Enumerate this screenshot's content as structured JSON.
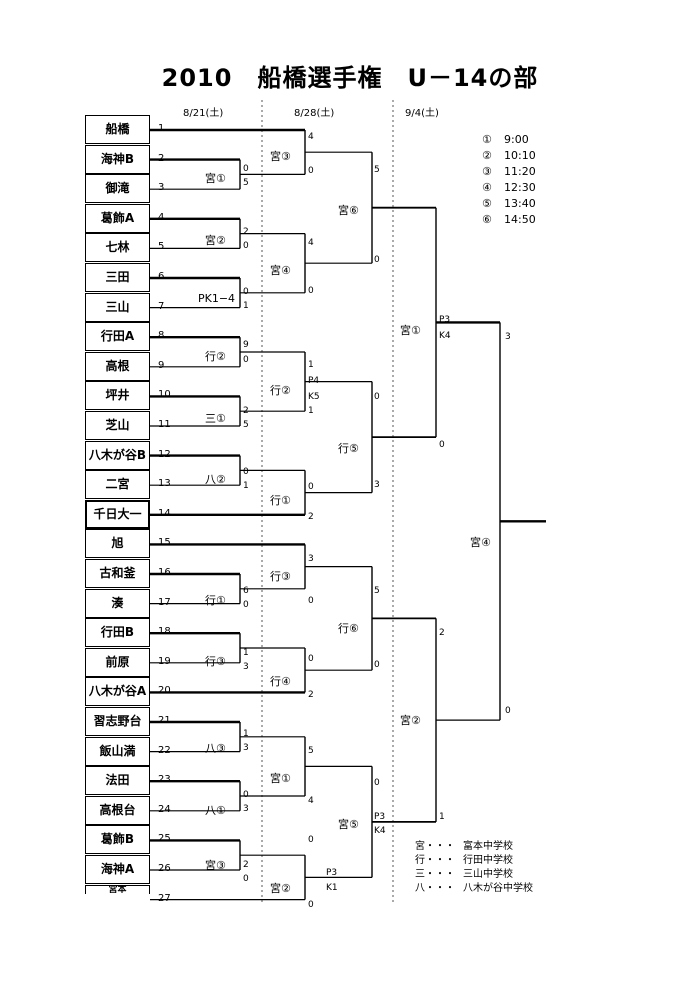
{
  "title": "2010　船橋選手権　U－14の部",
  "dates": [
    "8/21(土)",
    "8/28(土)",
    "9/4(土)"
  ],
  "teams": [
    {
      "n": "1",
      "name": "船橋"
    },
    {
      "n": "2",
      "name": "海神B"
    },
    {
      "n": "3",
      "name": "御滝"
    },
    {
      "n": "4",
      "name": "葛飾A"
    },
    {
      "n": "5",
      "name": "七林"
    },
    {
      "n": "6",
      "name": "三田"
    },
    {
      "n": "7",
      "name": "三山"
    },
    {
      "n": "8",
      "name": "行田A"
    },
    {
      "n": "9",
      "name": "高根"
    },
    {
      "n": "10",
      "name": "坪井"
    },
    {
      "n": "11",
      "name": "芝山"
    },
    {
      "n": "12",
      "name": "八木が谷B"
    },
    {
      "n": "13",
      "name": "二宮"
    },
    {
      "n": "14",
      "name": "千日大一"
    },
    {
      "n": "15",
      "name": "旭"
    },
    {
      "n": "16",
      "name": "古和釜"
    },
    {
      "n": "17",
      "name": "湊"
    },
    {
      "n": "18",
      "name": "行田B"
    },
    {
      "n": "19",
      "name": "前原"
    },
    {
      "n": "20",
      "name": "八木が谷A"
    },
    {
      "n": "21",
      "name": "習志野台"
    },
    {
      "n": "22",
      "name": "飯山満"
    },
    {
      "n": "23",
      "name": "法田"
    },
    {
      "n": "24",
      "name": "高根台"
    },
    {
      "n": "25",
      "name": "葛飾B"
    },
    {
      "n": "26",
      "name": "海神A"
    },
    {
      "n": "27",
      "name": "宮本"
    }
  ],
  "match_labels": [
    {
      "t": "宮①"
    },
    {
      "t": "宮②"
    },
    {
      "t": "PK1−4"
    },
    {
      "t": "行②"
    },
    {
      "t": "三①"
    },
    {
      "t": "八②"
    },
    {
      "t": "行①"
    },
    {
      "t": "行③"
    },
    {
      "t": "八③"
    },
    {
      "t": "八①"
    },
    {
      "t": "宮③"
    },
    {
      "t": "宮③"
    },
    {
      "t": "宮④"
    },
    {
      "t": "行②"
    },
    {
      "t": "行①"
    },
    {
      "t": "行③"
    },
    {
      "t": "行④"
    },
    {
      "t": "宮①"
    },
    {
      "t": "宮②"
    },
    {
      "t": "宮⑥"
    },
    {
      "t": "行⑤"
    },
    {
      "t": "行⑥"
    },
    {
      "t": "宮⑤"
    },
    {
      "t": "宮①"
    },
    {
      "t": "宮②"
    },
    {
      "t": "宮④"
    }
  ],
  "scores": [
    {
      "t": "0"
    },
    {
      "t": "5"
    },
    {
      "t": "2"
    },
    {
      "t": "0"
    },
    {
      "t": "0"
    },
    {
      "t": "1"
    },
    {
      "t": "9"
    },
    {
      "t": "0"
    },
    {
      "t": "2"
    },
    {
      "t": "5"
    },
    {
      "t": "0"
    },
    {
      "t": "1"
    },
    {
      "t": "6"
    },
    {
      "t": "0"
    },
    {
      "t": "1"
    },
    {
      "t": "3"
    },
    {
      "t": "1"
    },
    {
      "t": "3"
    },
    {
      "t": "0"
    },
    {
      "t": "3"
    },
    {
      "t": "2"
    },
    {
      "t": "0"
    },
    {
      "t": "4"
    },
    {
      "t": "0"
    },
    {
      "t": "4"
    },
    {
      "t": "0"
    },
    {
      "t": "1"
    },
    {
      "t": "P4"
    },
    {
      "t": "K5"
    },
    {
      "t": "1"
    },
    {
      "t": "0"
    },
    {
      "t": "2"
    },
    {
      "t": "3"
    },
    {
      "t": "0"
    },
    {
      "t": "0"
    },
    {
      "t": "2"
    },
    {
      "t": "5"
    },
    {
      "t": "4"
    },
    {
      "t": "0"
    },
    {
      "t": "0"
    },
    {
      "t": "P3"
    },
    {
      "t": "K1"
    },
    {
      "t": "5"
    },
    {
      "t": "0"
    },
    {
      "t": "0"
    },
    {
      "t": "3"
    },
    {
      "t": "5"
    },
    {
      "t": "0"
    },
    {
      "t": "0"
    },
    {
      "t": "P3"
    },
    {
      "t": "K4"
    },
    {
      "t": "P3"
    },
    {
      "t": "K4"
    },
    {
      "t": "0"
    },
    {
      "t": "2"
    },
    {
      "t": "1"
    },
    {
      "t": "3"
    },
    {
      "t": "0"
    }
  ],
  "times": [
    {
      "no": "①",
      "time": "9:00"
    },
    {
      "no": "②",
      "time": "10:10"
    },
    {
      "no": "③",
      "time": "11:20"
    },
    {
      "no": "④",
      "time": "12:30"
    },
    {
      "no": "⑤",
      "time": "13:40"
    },
    {
      "no": "⑥",
      "time": "14:50"
    }
  ],
  "legend": [
    {
      "k": "宮・・・",
      "v": "富本中学校"
    },
    {
      "k": "行・・・",
      "v": "行田中学校"
    },
    {
      "k": "三・・・",
      "v": "三山中学校"
    },
    {
      "k": "八・・・",
      "v": "八木が谷中学校"
    }
  ]
}
